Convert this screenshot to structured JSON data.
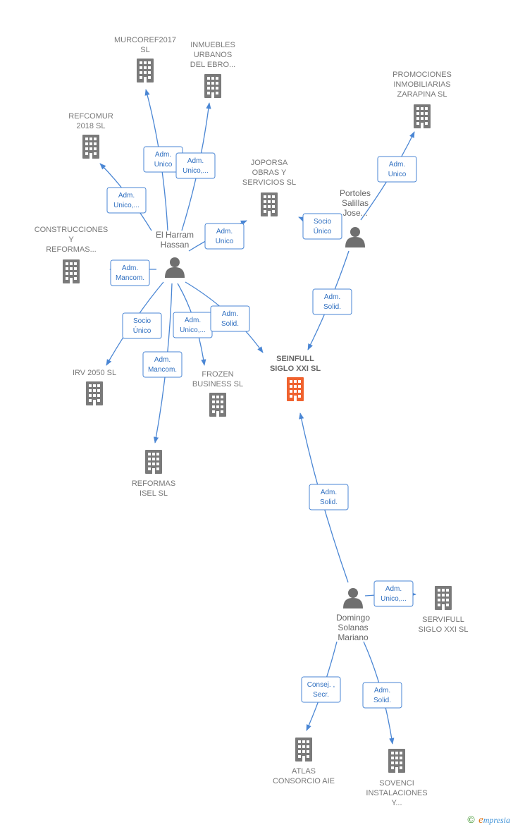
{
  "colors": {
    "company": "#7a7a7a",
    "highlight": "#f0622e",
    "person": "#6f6f6f",
    "edge": "#4a86d4",
    "relation_text": "#2f6fc0"
  },
  "companies": [
    {
      "id": "murcoref",
      "lines": [
        "MURCOREF2017",
        "SL"
      ]
    },
    {
      "id": "inmuebles",
      "lines": [
        "INMUEBLES",
        "URBANOS",
        "DEL EBRO..."
      ]
    },
    {
      "id": "refcomur",
      "lines": [
        "REFCOMUR",
        "2018  SL"
      ]
    },
    {
      "id": "joporsa",
      "lines": [
        "JOPORSA",
        "OBRAS Y",
        "SERVICIOS  SL"
      ]
    },
    {
      "id": "construcciones",
      "lines": [
        "CONSTRUCCIONES",
        "Y",
        "REFORMAS..."
      ]
    },
    {
      "id": "promociones",
      "lines": [
        "PROMOCIONES",
        "INMOBILIARIAS",
        "ZARAPINA SL"
      ]
    },
    {
      "id": "seinfull",
      "lines": [
        "SEINFULL",
        "SIGLO XXI  SL"
      ],
      "highlight": true
    },
    {
      "id": "irv2050",
      "lines": [
        "IRV 2050  SL"
      ]
    },
    {
      "id": "frozen",
      "lines": [
        "FROZEN",
        "BUSINESS  SL"
      ]
    },
    {
      "id": "reformas_isel",
      "lines": [
        "REFORMAS",
        "ISEL SL"
      ]
    },
    {
      "id": "servifull",
      "lines": [
        "SERVIFULL",
        "SIGLO XXI  SL"
      ]
    },
    {
      "id": "atlas",
      "lines": [
        "ATLAS",
        "CONSORCIO AIE"
      ]
    },
    {
      "id": "sovenci",
      "lines": [
        "SOVENCI",
        "INSTALACIONES",
        "Y..."
      ]
    }
  ],
  "persons": [
    {
      "id": "elharram",
      "lines": [
        "El Harram",
        "Hassan"
      ]
    },
    {
      "id": "portoles",
      "lines": [
        "Portoles",
        "Salillas",
        "Jose..."
      ]
    },
    {
      "id": "domingo",
      "lines": [
        "Domingo",
        "Solanas",
        "Mariano"
      ]
    }
  ],
  "relations": [
    {
      "id": "r_murcoref",
      "from": "elharram",
      "to": "murcoref",
      "lines": [
        "Adm.",
        "Unico"
      ]
    },
    {
      "id": "r_inmuebles",
      "from": "elharram",
      "to": "inmuebles",
      "lines": [
        "Adm.",
        "Unico,..."
      ]
    },
    {
      "id": "r_refcomur",
      "from": "elharram",
      "to": "refcomur",
      "lines": [
        "Adm.",
        "Unico,..."
      ]
    },
    {
      "id": "r_joporsa_eh",
      "from": "elharram",
      "to": "joporsa",
      "lines": [
        "Adm.",
        "Unico"
      ]
    },
    {
      "id": "r_construcciones",
      "from": "elharram",
      "to": "construcciones",
      "lines": [
        "Adm.",
        "Mancom."
      ]
    },
    {
      "id": "r_irv",
      "from": "elharram",
      "to": "irv2050",
      "lines": [
        "Socio",
        "Único"
      ]
    },
    {
      "id": "r_reformas",
      "from": "elharram",
      "to": "reformas_isel",
      "lines": [
        "Adm.",
        "Mancom."
      ]
    },
    {
      "id": "r_frozen",
      "from": "elharram",
      "to": "frozen",
      "lines": [
        "Adm.",
        "Unico,..."
      ]
    },
    {
      "id": "r_seinfull_eh",
      "from": "elharram",
      "to": "seinfull",
      "lines": [
        "Adm.",
        "Solid."
      ]
    },
    {
      "id": "r_joporsa_po",
      "from": "portoles",
      "to": "joporsa",
      "lines": [
        "Socio",
        "Único"
      ]
    },
    {
      "id": "r_promociones",
      "from": "portoles",
      "to": "promociones",
      "lines": [
        "Adm.",
        "Unico"
      ]
    },
    {
      "id": "r_seinfull_po",
      "from": "portoles",
      "to": "seinfull",
      "lines": [
        "Adm.",
        "Solid."
      ]
    },
    {
      "id": "r_seinfull_do",
      "from": "domingo",
      "to": "seinfull",
      "lines": [
        "Adm.",
        "Solid."
      ]
    },
    {
      "id": "r_servifull",
      "from": "domingo",
      "to": "servifull",
      "lines": [
        "Adm.",
        "Unico,..."
      ]
    },
    {
      "id": "r_atlas",
      "from": "domingo",
      "to": "atlas",
      "lines": [
        "Consej. ,",
        "Secr."
      ]
    },
    {
      "id": "r_sovenci",
      "from": "domingo",
      "to": "sovenci",
      "lines": [
        "Adm.",
        "Solid."
      ]
    }
  ],
  "footer": {
    "symbol": "©",
    "brand_initial": "e",
    "brand_rest": "mpresia"
  }
}
